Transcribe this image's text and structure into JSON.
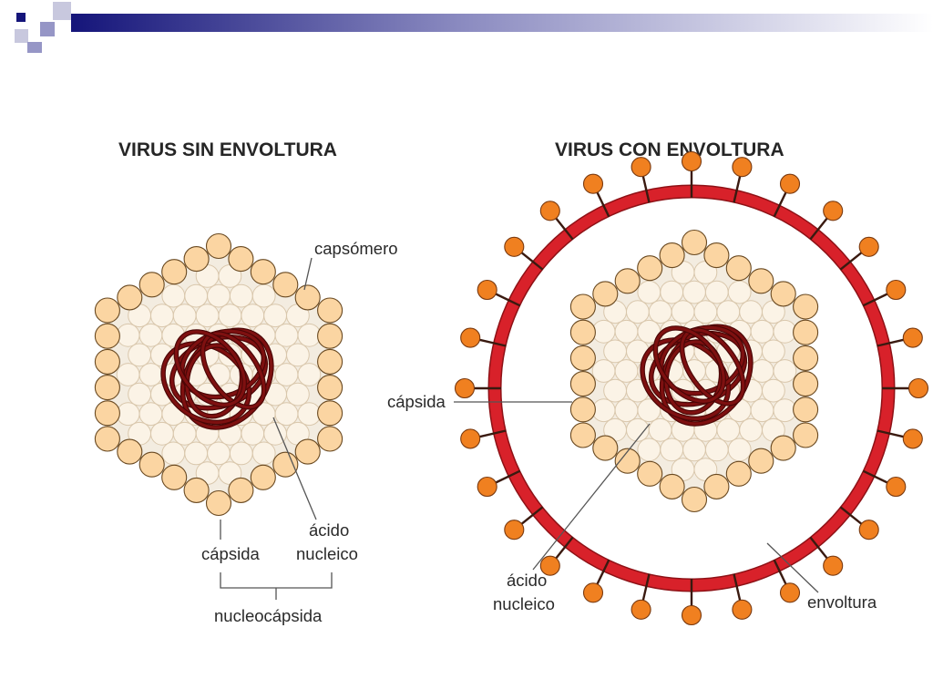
{
  "colors": {
    "header_dark": "#15157a",
    "header_mid": "#8a8ac0",
    "header_light": "#c8c8de",
    "capsomere_fill": "#fbd5a2",
    "capsomere_stroke": "#6a4a22",
    "inner_grid_fill": "#f3ece0",
    "nucleic_acid": "#7e1010",
    "envelope": "#d8212a",
    "spike": "#f08020",
    "leader_line": "#555555"
  },
  "left_virus": {
    "title": "VIRUS SIN ENVOLTURA",
    "labels": {
      "capsomero": "capsómero",
      "acido_line1": "ácido",
      "acido_line2": "nucleico",
      "capsida": "cápsida",
      "nucleocapsida": "nucleocápsida"
    }
  },
  "right_virus": {
    "title": "VIRUS CON ENVOLTURA",
    "labels": {
      "capsida": "cápsida",
      "acido_line1": "ácido",
      "acido_line2": "nucleico",
      "envoltura": "envoltura"
    }
  }
}
